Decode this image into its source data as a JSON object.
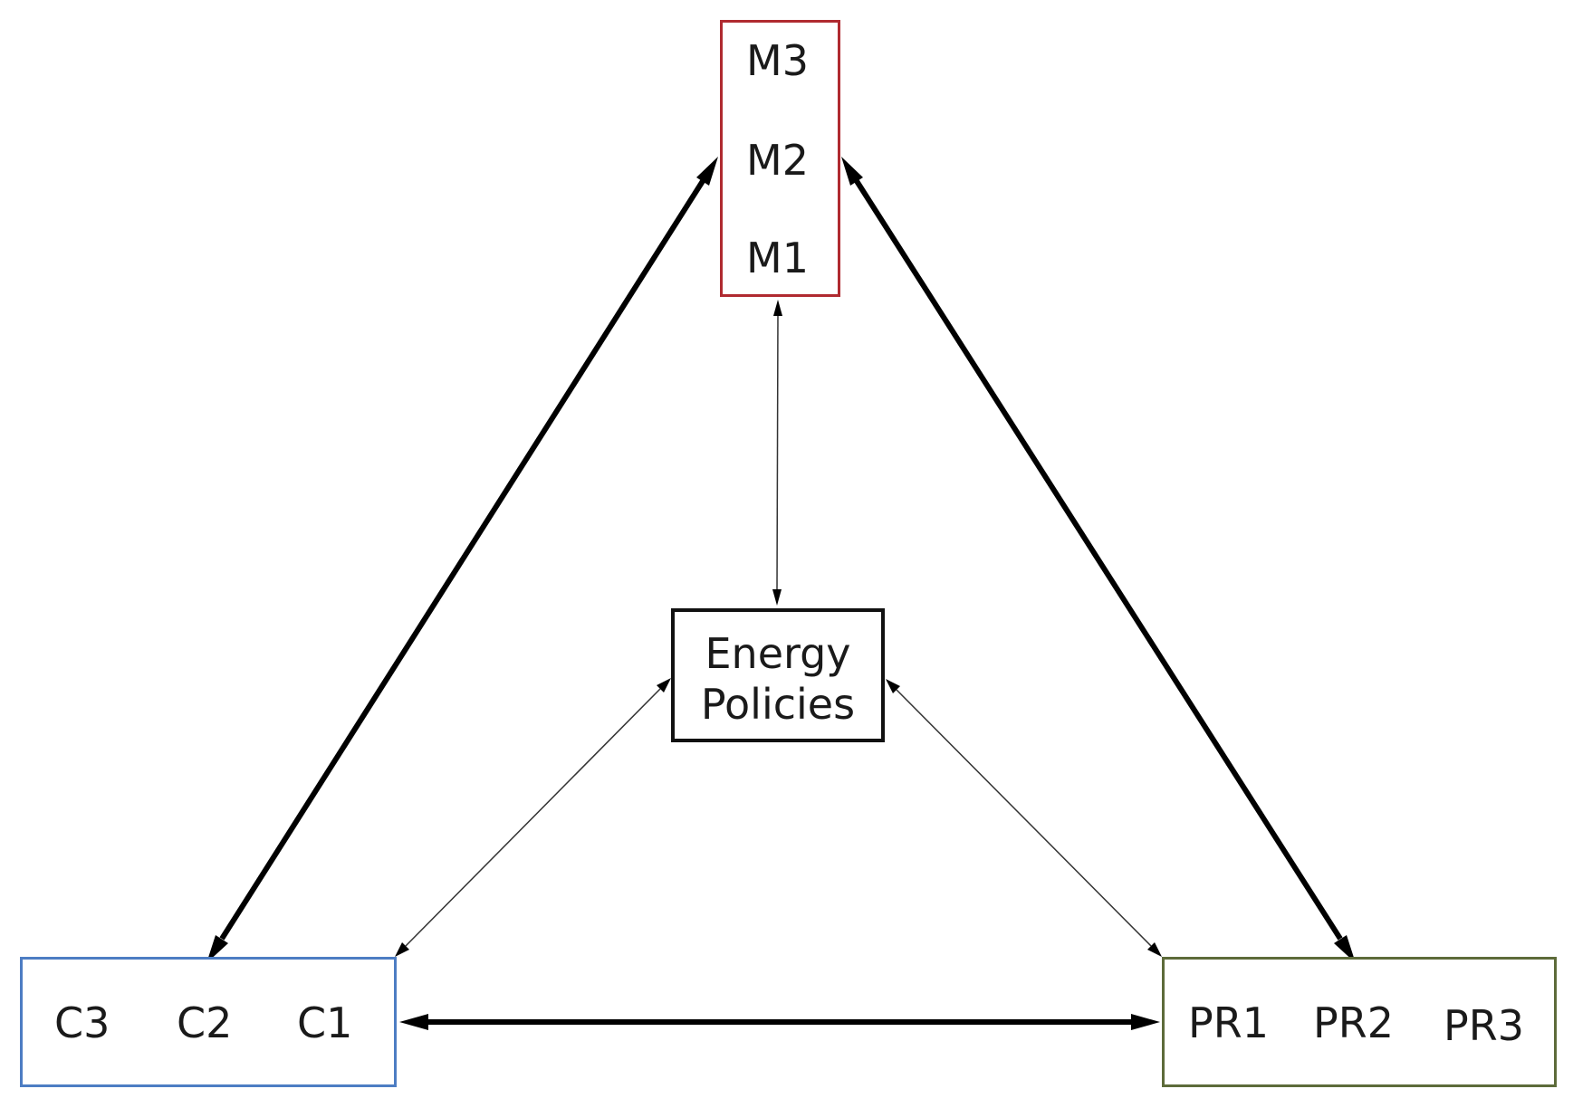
{
  "diagram": {
    "top_group": {
      "items": [
        "M3",
        "M2",
        "M1"
      ]
    },
    "left_group": {
      "items": [
        "C3",
        "C2",
        "C1"
      ]
    },
    "right_group": {
      "items": [
        "PR1",
        "PR2",
        "PR3"
      ]
    },
    "center": {
      "line1": "Energy",
      "line2": "Policies"
    },
    "colors": {
      "top_border": "#b02a30",
      "left_border": "#4d7dc3",
      "right_border": "#5d6b3a",
      "center_border": "#111111",
      "arrow": "#000000"
    },
    "connections": [
      {
        "from": "top_group",
        "to": "left_group",
        "weight": "thick",
        "bidirectional": true
      },
      {
        "from": "top_group",
        "to": "right_group",
        "weight": "thick",
        "bidirectional": true
      },
      {
        "from": "left_group",
        "to": "right_group",
        "weight": "thick",
        "bidirectional": true
      },
      {
        "from": "top_group",
        "to": "center",
        "weight": "thin",
        "bidirectional": true
      },
      {
        "from": "center",
        "to": "left_group",
        "weight": "thin",
        "bidirectional": true
      },
      {
        "from": "center",
        "to": "right_group",
        "weight": "thin",
        "bidirectional": true
      }
    ]
  }
}
